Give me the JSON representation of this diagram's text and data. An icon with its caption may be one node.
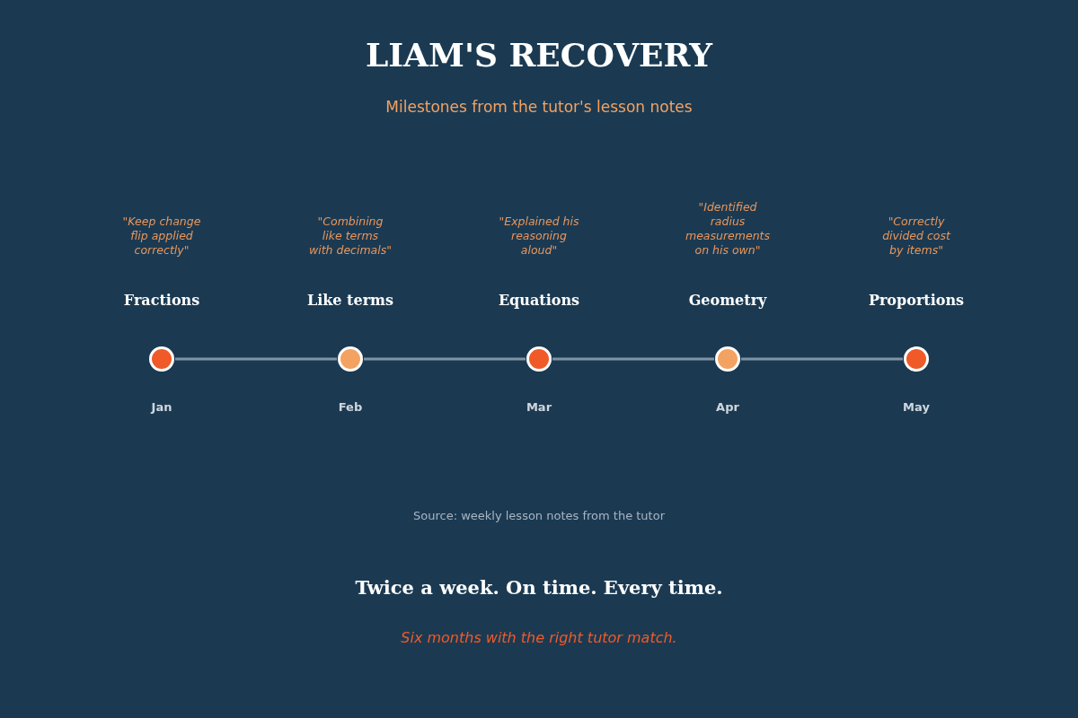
{
  "diagram": {
    "title": "LIAM'S RECOVERY",
    "nodes": [
      {
        "text": [],
        "shape": "circle",
        "beside": [
          "\"Keep change flip applied correctly\"",
          "Fractions",
          "Jan"
        ]
      },
      {
        "text": [],
        "shape": "circle",
        "beside": [
          "\"Combining like terms with decimals\"",
          "Like terms",
          "Feb"
        ]
      },
      {
        "text": [],
        "shape": "circle",
        "beside": [
          "\"Explained his reasoning aloud\"",
          "Equations",
          "Mar"
        ]
      },
      {
        "text": [],
        "shape": "circle",
        "beside": [
          "\"Identified radius measurements on his own\"",
          "Geometry",
          "Apr"
        ]
      },
      {
        "text": [],
        "shape": "circle",
        "beside": [
          "\"Correctly divided cost by items\"",
          "Proportions",
          "May"
        ]
      }
    ],
    "edges": [
      {
        "from": 0,
        "to": 1,
        "arrow": "none"
      },
      {
        "from": 1,
        "to": 2,
        "arrow": "none"
      },
      {
        "from": 2,
        "to": 3,
        "arrow": "none"
      },
      {
        "from": 3,
        "to": 4,
        "arrow": "none"
      }
    ],
    "labels": [
      "Milestones from the tutor's lesson notes",
      "Source: weekly lesson notes from the tutor",
      "Twice a week. On time. Every time.",
      "Six months with the right tutor match."
    ]
  }
}
